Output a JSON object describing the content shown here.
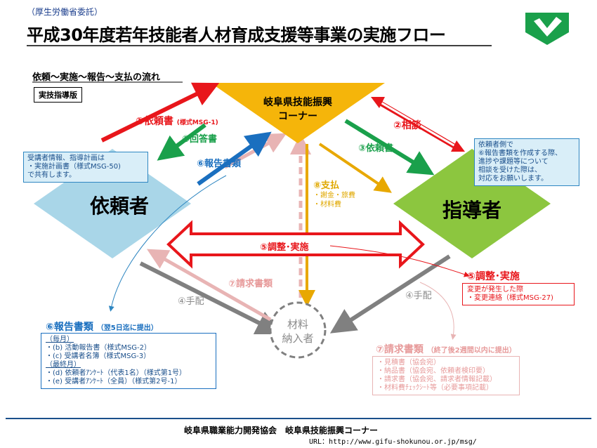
{
  "header": {
    "commission": "（厚生労働省委託）",
    "title": "平成30年度若年技能者人材育成支援等事業の実施フロー",
    "subtitle": "依頼～実施～報告～支払の流れ",
    "badge": "実技指導版"
  },
  "nodes": {
    "center": [
      "岐阜県技能振興",
      "コーナー"
    ],
    "requester": "依頼者",
    "instructor": "指導者",
    "material": [
      "材料",
      "納入者"
    ]
  },
  "arrows": {
    "a1": "①依頼書",
    "a1_form": "(様式MSG-1)",
    "a2": "②相談",
    "a3a": "③回答書",
    "a3b": "③依頼書",
    "a4a": "④手配",
    "a4b": "④手配",
    "a5": "⑤調整･実施",
    "a6": "⑥報告書類",
    "a7": "⑦請求書類",
    "a8": "⑧支払",
    "a8_items": [
      "・謝金・旅費",
      "・材料費"
    ]
  },
  "callouts": {
    "requester_note": [
      "受講者情報、指導計画は",
      "・実施計画書（様式MSG-50)",
      "で共有します。"
    ],
    "instructor_note": [
      "依頼者側で",
      "⑥報告書類を作成する際、",
      "進捗や課題等について",
      "相談を受けた際は、",
      "対応をお願いします。"
    ]
  },
  "adjust": {
    "title": "⑤調整･実施",
    "lines": [
      "変更が発生した際",
      "・変更連絡（様式MSG-27)"
    ]
  },
  "report": {
    "title": "⑥報告書類",
    "note": "（翌5日迄に提出）",
    "lines": [
      "（毎月）",
      "・(b) 活動報告書（様式MSG-2）",
      "・(c) 受講者名簿（様式MSG-3）",
      "（最終月）",
      "・(d) 依頼者ｱﾝｹｰﾄ（代表1名）（様式第1号）",
      "・(e) 受講者ｱﾝｹｰﾄ（全員）（様式第2号-1）"
    ]
  },
  "billing": {
    "title": "⑦請求書類",
    "note": "（終了後2週間以内に提出）",
    "lines": [
      "・見積書（協会宛）",
      "・納品書（協会宛、依頼者検印要）",
      "・請求書（協会宛、請求者情報記載）",
      "・材料費ﾁｪｯｸｼｰﾄ等（必要事項記載）"
    ]
  },
  "footer": {
    "org": "岐阜県職業能力開発協会　岐阜県技能振興コーナー",
    "url": "URL：http://www.gifu-shokunou.or.jp/msg/"
  },
  "colors": {
    "center": "#f5b50a",
    "requester": "#a9d6e8",
    "instructor": "#8cc63f",
    "red": "#e8161b",
    "green": "#1aa04b",
    "blue": "#1a6fbf",
    "logo": "#1aa04b"
  },
  "icons": [
    "logo-icon"
  ]
}
